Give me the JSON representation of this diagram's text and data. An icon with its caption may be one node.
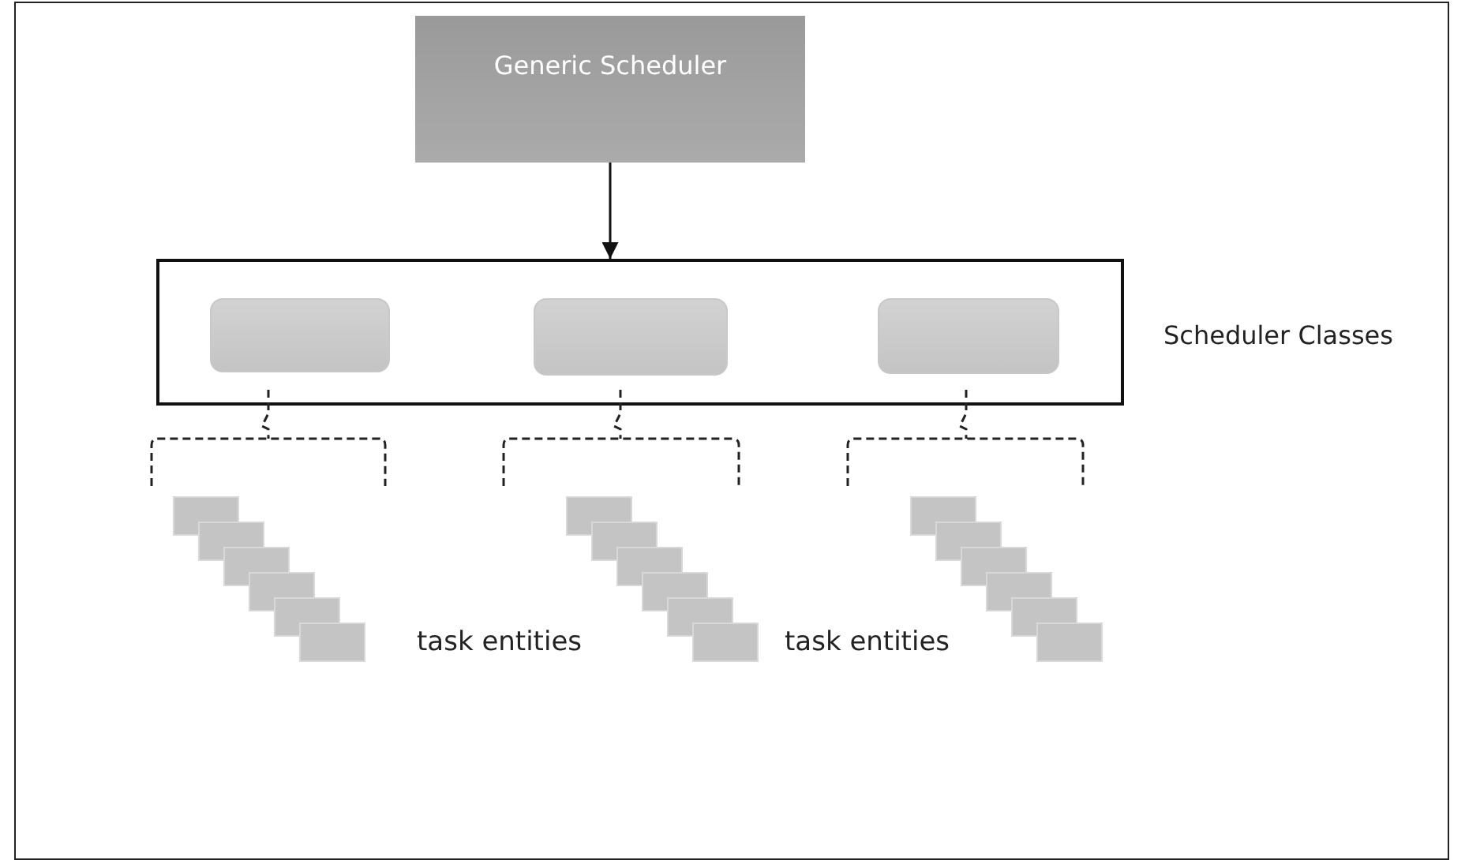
{
  "diagram": {
    "nodes": [
      {
        "text": [
          "Generic Scheduler"
        ]
      },
      {
        "text": [],
        "shape": "box",
        "beside": [
          "Scheduler Classes"
        ]
      },
      {
        "text": [],
        "shape": "box",
        "in": 1
      },
      {
        "text": [],
        "shape": "box",
        "in": 1
      },
      {
        "text": [],
        "shape": "box",
        "in": 1
      }
    ],
    "edges": [
      {
        "from": 0,
        "to": 1,
        "arrow": "to"
      }
    ],
    "labels": [
      "task entities",
      "task entities"
    ]
  }
}
